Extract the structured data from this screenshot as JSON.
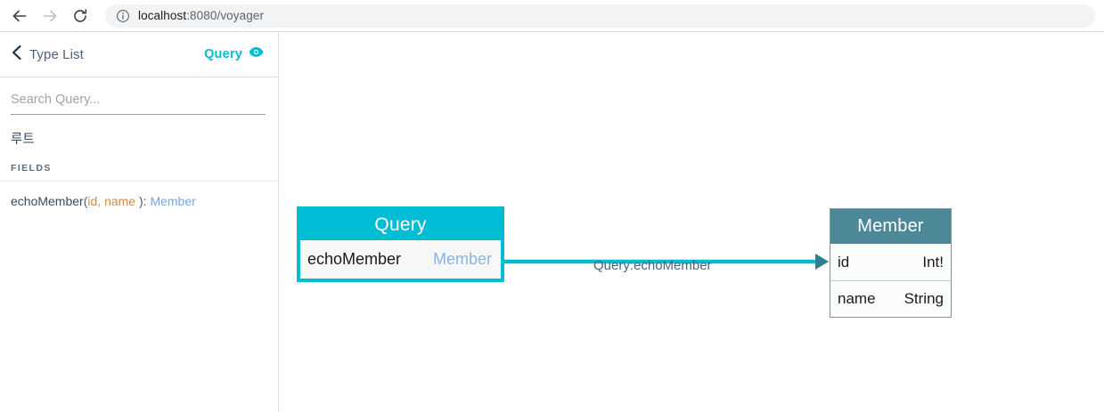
{
  "browser": {
    "back_icon": "arrow-left-icon",
    "forward_icon": "arrow-right-icon",
    "reload_icon": "reload-icon",
    "info_icon": "info-circle-icon",
    "url_host": "localhost",
    "url_path": ":8080/voyager",
    "url_full": "localhost:8080/voyager"
  },
  "sidebar": {
    "back_label": "Type List",
    "back_icon": "chevron-left-icon",
    "type_title": "Query",
    "eye_icon": "eye-icon",
    "search": {
      "placeholder": "Search Query...",
      "value": ""
    },
    "root_label": "루트",
    "fields_header": "FIELDS",
    "field": {
      "name": "echoMember",
      "open_paren": "(",
      "args": [
        {
          "label": "id",
          "sep": ","
        },
        {
          "label": "name",
          "sep": ""
        }
      ],
      "close_paren": "):",
      "return_type": "Member",
      "full_text": "echoMember( id, name ): Member"
    }
  },
  "graph": {
    "nodes": [
      {
        "id": "Query",
        "title": "Query",
        "accent": "#00bcd4",
        "rows": [
          {
            "name": "echoMember",
            "type": "Member"
          }
        ]
      },
      {
        "id": "Member",
        "title": "Member",
        "accent": "#4d8899",
        "rows": [
          {
            "name": "id",
            "type": "Int!"
          },
          {
            "name": "name",
            "type": "String"
          }
        ]
      }
    ],
    "edges": [
      {
        "label": "Query:echoMember",
        "from": "Query",
        "to": "Member",
        "color": "#00bcd4",
        "arrow_color": "#2a8193"
      }
    ]
  },
  "colors": {
    "cyan": "#00bcd4",
    "teal": "#4d8899",
    "slate": "#4a6480",
    "arg_orange": "#d08a4e",
    "type_blue": "#77a8de"
  }
}
